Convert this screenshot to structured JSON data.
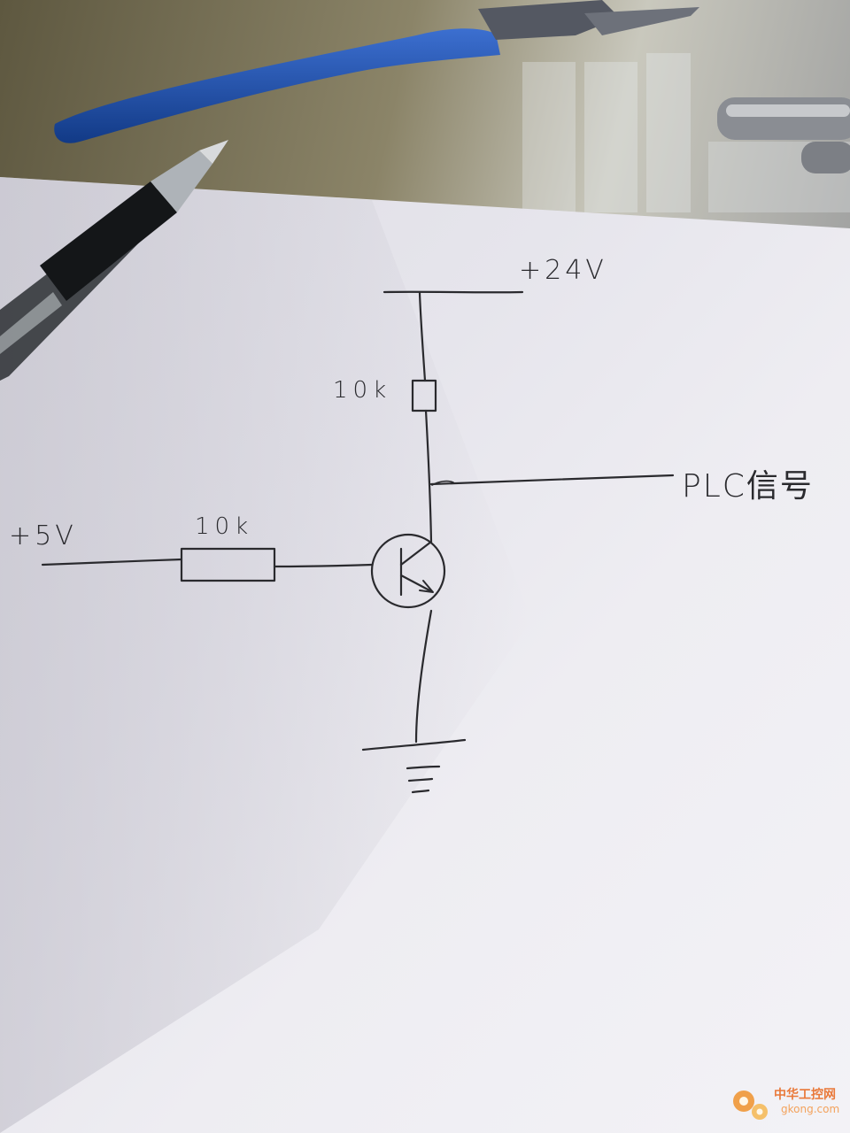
{
  "diagram": {
    "supply_label": "+24V",
    "collector_resistor_label": "10k",
    "output_label": "PLC信号",
    "input_label": "+5V",
    "base_resistor_label": "10k"
  },
  "watermark": {
    "text_cn": "中华工控网",
    "text_en": "gkong.com"
  },
  "colors": {
    "ink": "#2a2a2e",
    "paper": "#ecebf0",
    "paper_shadow": "#cfcdd6",
    "desk": "#7a7560",
    "plier_handle": "#1f4fa8",
    "watermark": "#e9793a"
  }
}
